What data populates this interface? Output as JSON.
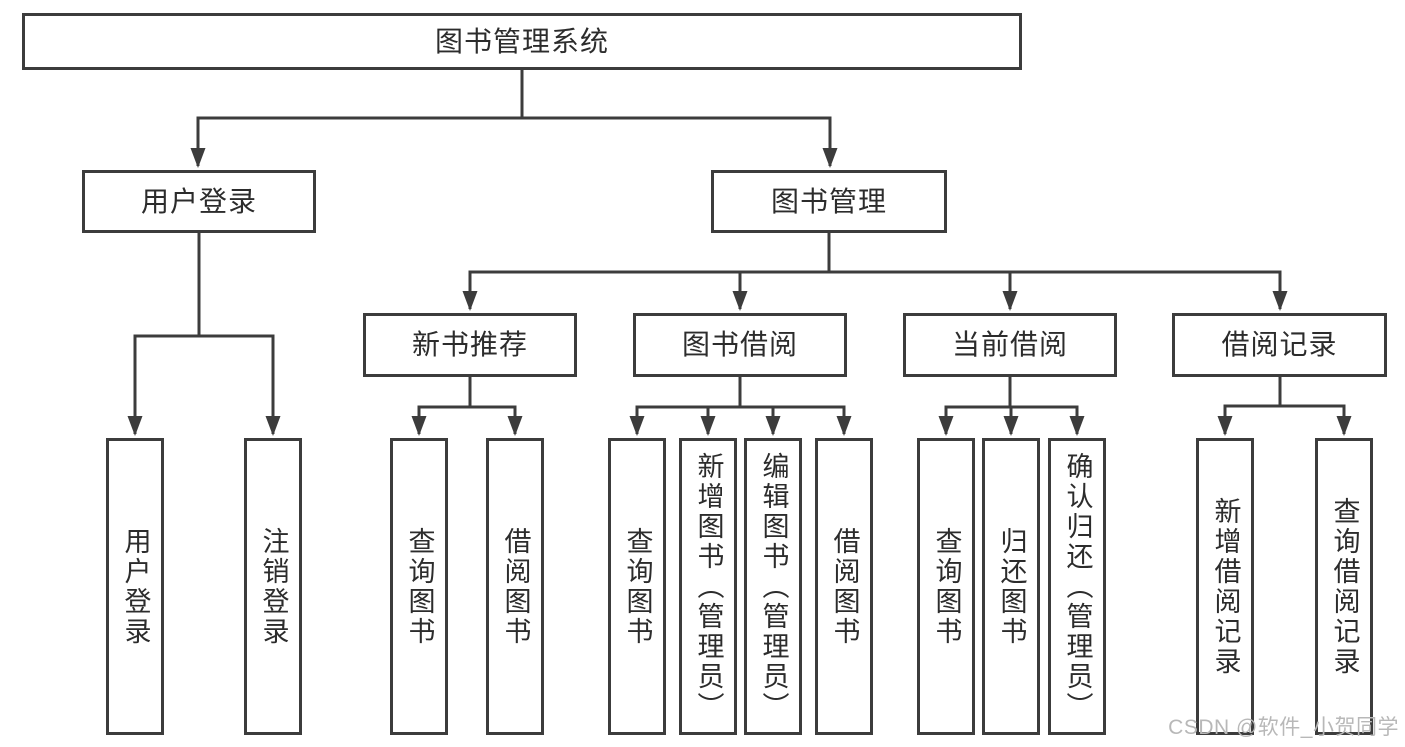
{
  "diagram_title": "图书管理系统",
  "tree": {
    "label": "图书管理系统",
    "children": [
      {
        "label": "用户登录",
        "children": [
          {
            "label": "用户登录"
          },
          {
            "label": "注销登录"
          }
        ]
      },
      {
        "label": "图书管理",
        "children": [
          {
            "label": "新书推荐",
            "children": [
              {
                "label": "查询图书"
              },
              {
                "label": "借阅图书"
              }
            ]
          },
          {
            "label": "图书借阅",
            "children": [
              {
                "label": "查询图书"
              },
              {
                "label": "新增图书（管理员）"
              },
              {
                "label": "编辑图书（管理员）"
              },
              {
                "label": "借阅图书"
              }
            ]
          },
          {
            "label": "当前借阅",
            "children": [
              {
                "label": "查询图书"
              },
              {
                "label": "归还图书"
              },
              {
                "label": "确认归还（管理员）"
              }
            ]
          },
          {
            "label": "借阅记录",
            "children": [
              {
                "label": "新增借阅记录"
              },
              {
                "label": "查询借阅记录"
              }
            ]
          }
        ]
      }
    ]
  },
  "watermark": {
    "text": "CSDN @软件_小贺同学"
  },
  "colors": {
    "line": "#3c3c3c",
    "text": "#2c2c2c",
    "background": "#ffffff",
    "watermark": "#b8b8b8"
  }
}
